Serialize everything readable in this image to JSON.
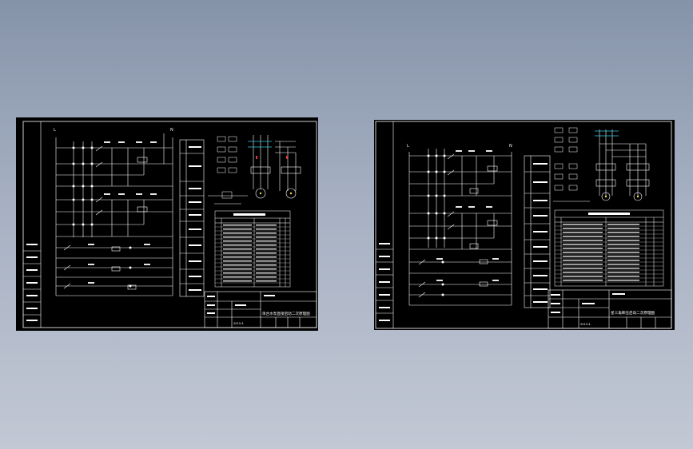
{
  "sheets": [
    {
      "id": "left",
      "title_block": {
        "title": "单台水泵直接启动二次原理图",
        "date": "2015.4"
      },
      "labels": [
        "L",
        "N"
      ]
    },
    {
      "id": "right",
      "title_block": {
        "title": "星三角降压启动二次原理图",
        "date": "2015.4"
      },
      "labels": [
        "L",
        "N"
      ]
    }
  ],
  "colors": {
    "sheet_bg": "#000000",
    "line": "#ffffff",
    "accent_cyan": "#35c8e0",
    "accent_yellow": "#f0e040",
    "accent_red": "#e04040"
  }
}
